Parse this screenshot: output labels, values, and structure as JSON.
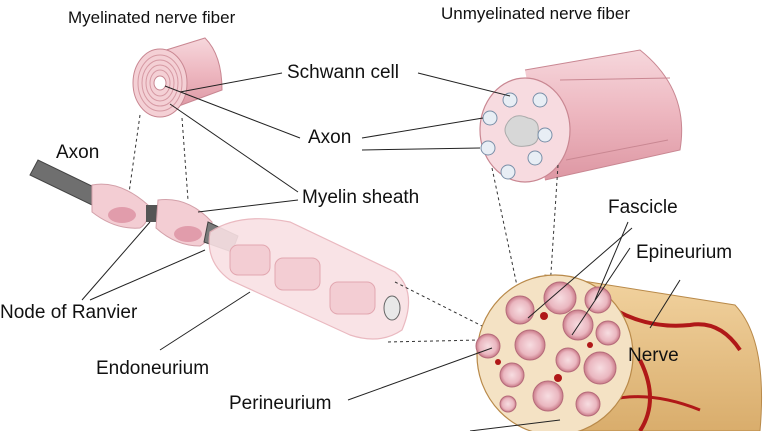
{
  "titles": {
    "myelinated": "Myelinated nerve fiber",
    "unmyelinated": "Unmyelinated nerve fiber"
  },
  "labels": {
    "schwann_cell": "Schwann cell",
    "axon_center": "Axon",
    "axon_left": "Axon",
    "myelin_sheath": "Myelin sheath",
    "node_of_ranvier": "Node of Ranvier",
    "endoneurium": "Endoneurium",
    "perineurium": "Perineurium",
    "fascicle": "Fascicle",
    "epineurium": "Epineurium",
    "nerve": "Nerve"
  },
  "colors": {
    "myelin_pink": "#f3c9cf",
    "sheath_pink": "#e9a7b1",
    "dark_pink": "#c9707f",
    "axon_gray": "#6f6f6f",
    "tan": "#e8c58f",
    "blood_red": "#b01818"
  }
}
